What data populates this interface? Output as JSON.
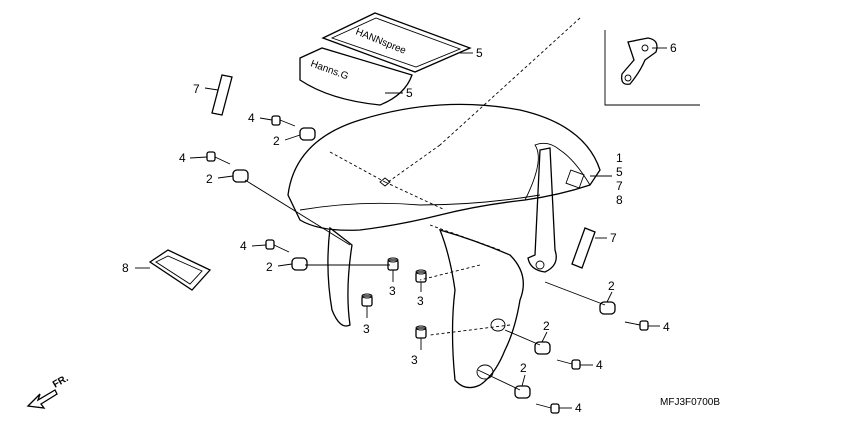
{
  "diagram": {
    "callouts": [
      {
        "id": "c5a",
        "label": "5"
      },
      {
        "id": "c5b",
        "label": "5"
      },
      {
        "id": "c6",
        "label": "6"
      },
      {
        "id": "c7a",
        "label": "7"
      },
      {
        "id": "c4a",
        "label": "4"
      },
      {
        "id": "c2a",
        "label": "2"
      },
      {
        "id": "c4b",
        "label": "4"
      },
      {
        "id": "c2b",
        "label": "2"
      },
      {
        "id": "c1",
        "label": "1"
      },
      {
        "id": "c5c",
        "label": "5"
      },
      {
        "id": "c7c",
        "label": "7"
      },
      {
        "id": "c8a",
        "label": "8"
      },
      {
        "id": "c7b",
        "label": "7"
      },
      {
        "id": "c4c",
        "label": "4"
      },
      {
        "id": "c2c",
        "label": "2"
      },
      {
        "id": "c8b",
        "label": "8"
      },
      {
        "id": "c3a",
        "label": "3"
      },
      {
        "id": "c3b",
        "label": "3"
      },
      {
        "id": "c3c",
        "label": "3"
      },
      {
        "id": "c3d",
        "label": "3"
      },
      {
        "id": "c2d",
        "label": "2"
      },
      {
        "id": "c4d",
        "label": "4"
      },
      {
        "id": "c2e",
        "label": "2"
      },
      {
        "id": "c4e",
        "label": "4"
      },
      {
        "id": "c2f",
        "label": "2"
      },
      {
        "id": "c4f",
        "label": "4"
      }
    ],
    "emblems": {
      "upper_logo": "HANNspree",
      "lower_logo": "Hanns.G"
    },
    "direction_label": "FR.",
    "diagram_code": "MFJ3F0700B"
  }
}
